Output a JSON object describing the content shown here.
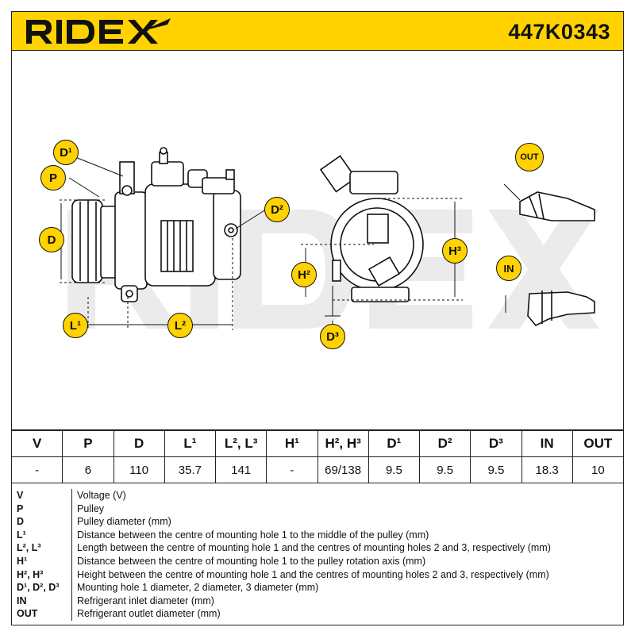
{
  "brand": "RIDEX",
  "part_number": "447K0343",
  "drawing_labels": {
    "d1": "D¹",
    "p": "P",
    "d": "D",
    "l1": "L¹",
    "l2": "L²",
    "d2": "D²",
    "h2": "H²",
    "h3": "H³",
    "d3": "D³",
    "out": "OUT",
    "in": "IN"
  },
  "spec_table": {
    "headers": [
      "V",
      "P",
      "D",
      "L¹",
      "L², L³",
      "H¹",
      "H², H³",
      "D¹",
      "D²",
      "D³",
      "IN",
      "OUT"
    ],
    "values": [
      "-",
      "6",
      "110",
      "35.7",
      "141",
      "-",
      "69/138",
      "9.5",
      "9.5",
      "9.5",
      "18.3",
      "10"
    ]
  },
  "legend": [
    {
      "key": "V",
      "desc": "Voltage (V)"
    },
    {
      "key": "P",
      "desc": "Pulley"
    },
    {
      "key": "D",
      "desc": "Pulley diameter (mm)"
    },
    {
      "key": "L¹",
      "desc": "Distance between the centre of mounting hole 1 to the middle of the pulley (mm)"
    },
    {
      "key": "L², L³",
      "desc": "Length between the centre of mounting hole 1 and the centres of mounting holes 2 and 3, respectively (mm)"
    },
    {
      "key": "H¹",
      "desc": "Distance between the centre of mounting hole 1 to the pulley rotation axis (mm)"
    },
    {
      "key": "H², H³",
      "desc": "Height between the centre of mounting hole 1 and the centres of mounting holes 2 and 3, respectively (mm)"
    },
    {
      "key": "D¹, D², D³",
      "desc": "Mounting hole 1 diameter, 2 diameter, 3 diameter (mm)"
    },
    {
      "key": "IN",
      "desc": "Refrigerant inlet diameter (mm)"
    },
    {
      "key": "OUT",
      "desc": "Refrigerant outlet diameter (mm)"
    }
  ],
  "colors": {
    "accent": "#ffd200",
    "ink": "#111111",
    "watermark": "#e6e6e6"
  }
}
